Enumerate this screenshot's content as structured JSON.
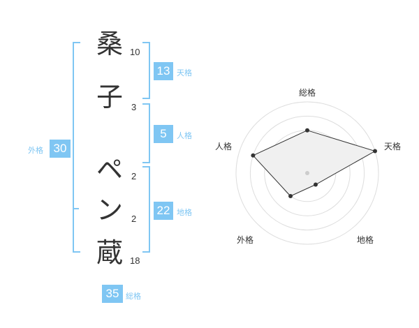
{
  "characters": [
    {
      "char": "桑",
      "strokes": "10"
    },
    {
      "char": "子",
      "strokes": "3"
    },
    {
      "char": "ペ",
      "strokes": "2"
    },
    {
      "char": "ン",
      "strokes": "2"
    },
    {
      "char": "蔵",
      "strokes": "18"
    }
  ],
  "scores": {
    "tenkaku": {
      "value": "13",
      "label": "天格"
    },
    "jinkaku": {
      "value": "5",
      "label": "人格"
    },
    "chikaku": {
      "value": "22",
      "label": "地格"
    },
    "gaikaku": {
      "value": "30",
      "label": "外格"
    },
    "soukaku": {
      "value": "35",
      "label": "総格"
    }
  },
  "chart_data": {
    "type": "radar",
    "axes": [
      "総格",
      "天格",
      "地格",
      "外格",
      "人格"
    ],
    "values": [
      3,
      5,
      1,
      2,
      4
    ],
    "max": 5,
    "fill_color": "#f0f0f0",
    "line_color": "#333333"
  },
  "colors": {
    "accent": "#7fc6f3",
    "text": "#333333"
  }
}
